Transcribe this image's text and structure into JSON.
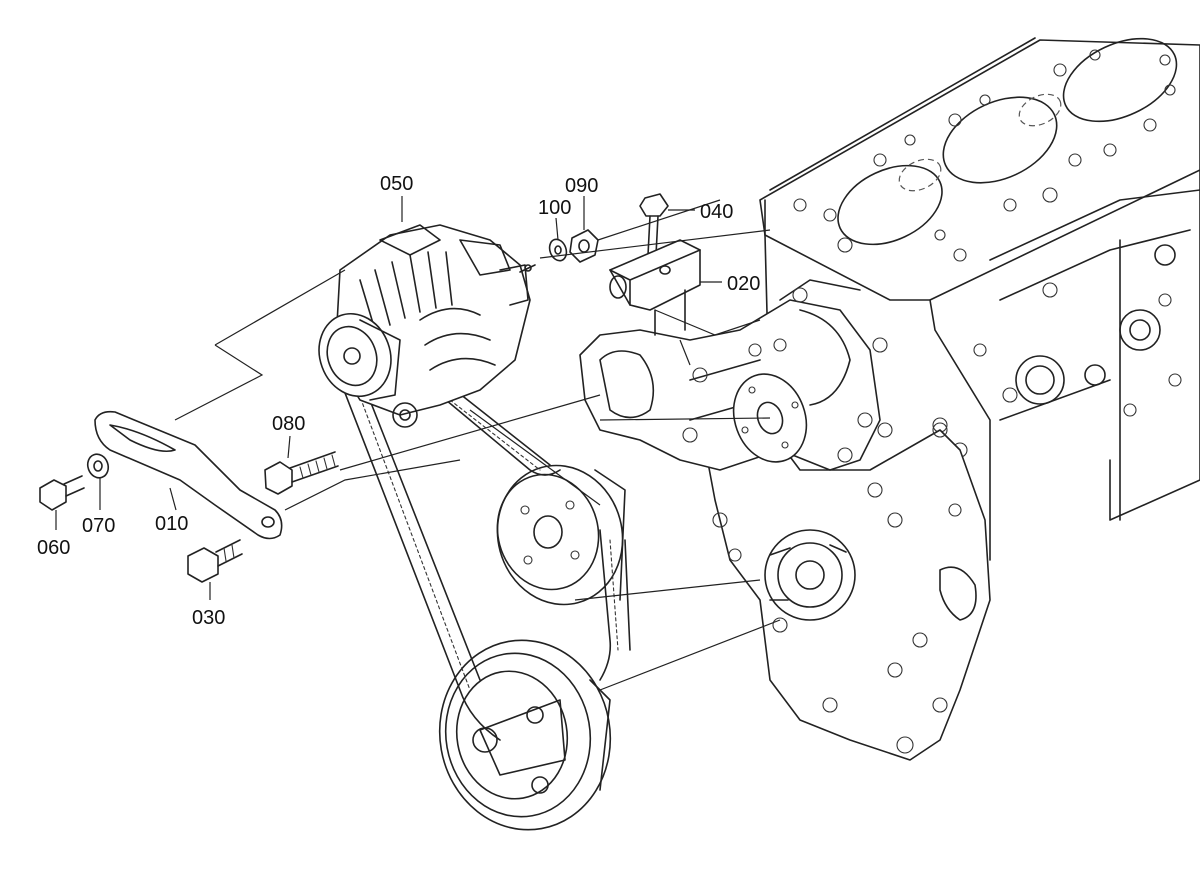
{
  "parts": [
    {
      "id": "part-050",
      "label": "050",
      "component": "alternator"
    },
    {
      "id": "part-100",
      "label": "100",
      "component": "lock-washer"
    },
    {
      "id": "part-090",
      "label": "090",
      "component": "nut"
    },
    {
      "id": "part-040",
      "label": "040",
      "component": "bolt"
    },
    {
      "id": "part-020",
      "label": "020",
      "component": "bracket-block"
    },
    {
      "id": "part-080",
      "label": "080",
      "component": "long-bolt"
    },
    {
      "id": "part-010",
      "label": "010",
      "component": "adjusting-arm"
    },
    {
      "id": "part-060",
      "label": "060",
      "component": "bolt"
    },
    {
      "id": "part-070",
      "label": "070",
      "component": "washer"
    },
    {
      "id": "part-030",
      "label": "030",
      "component": "bolt"
    }
  ]
}
